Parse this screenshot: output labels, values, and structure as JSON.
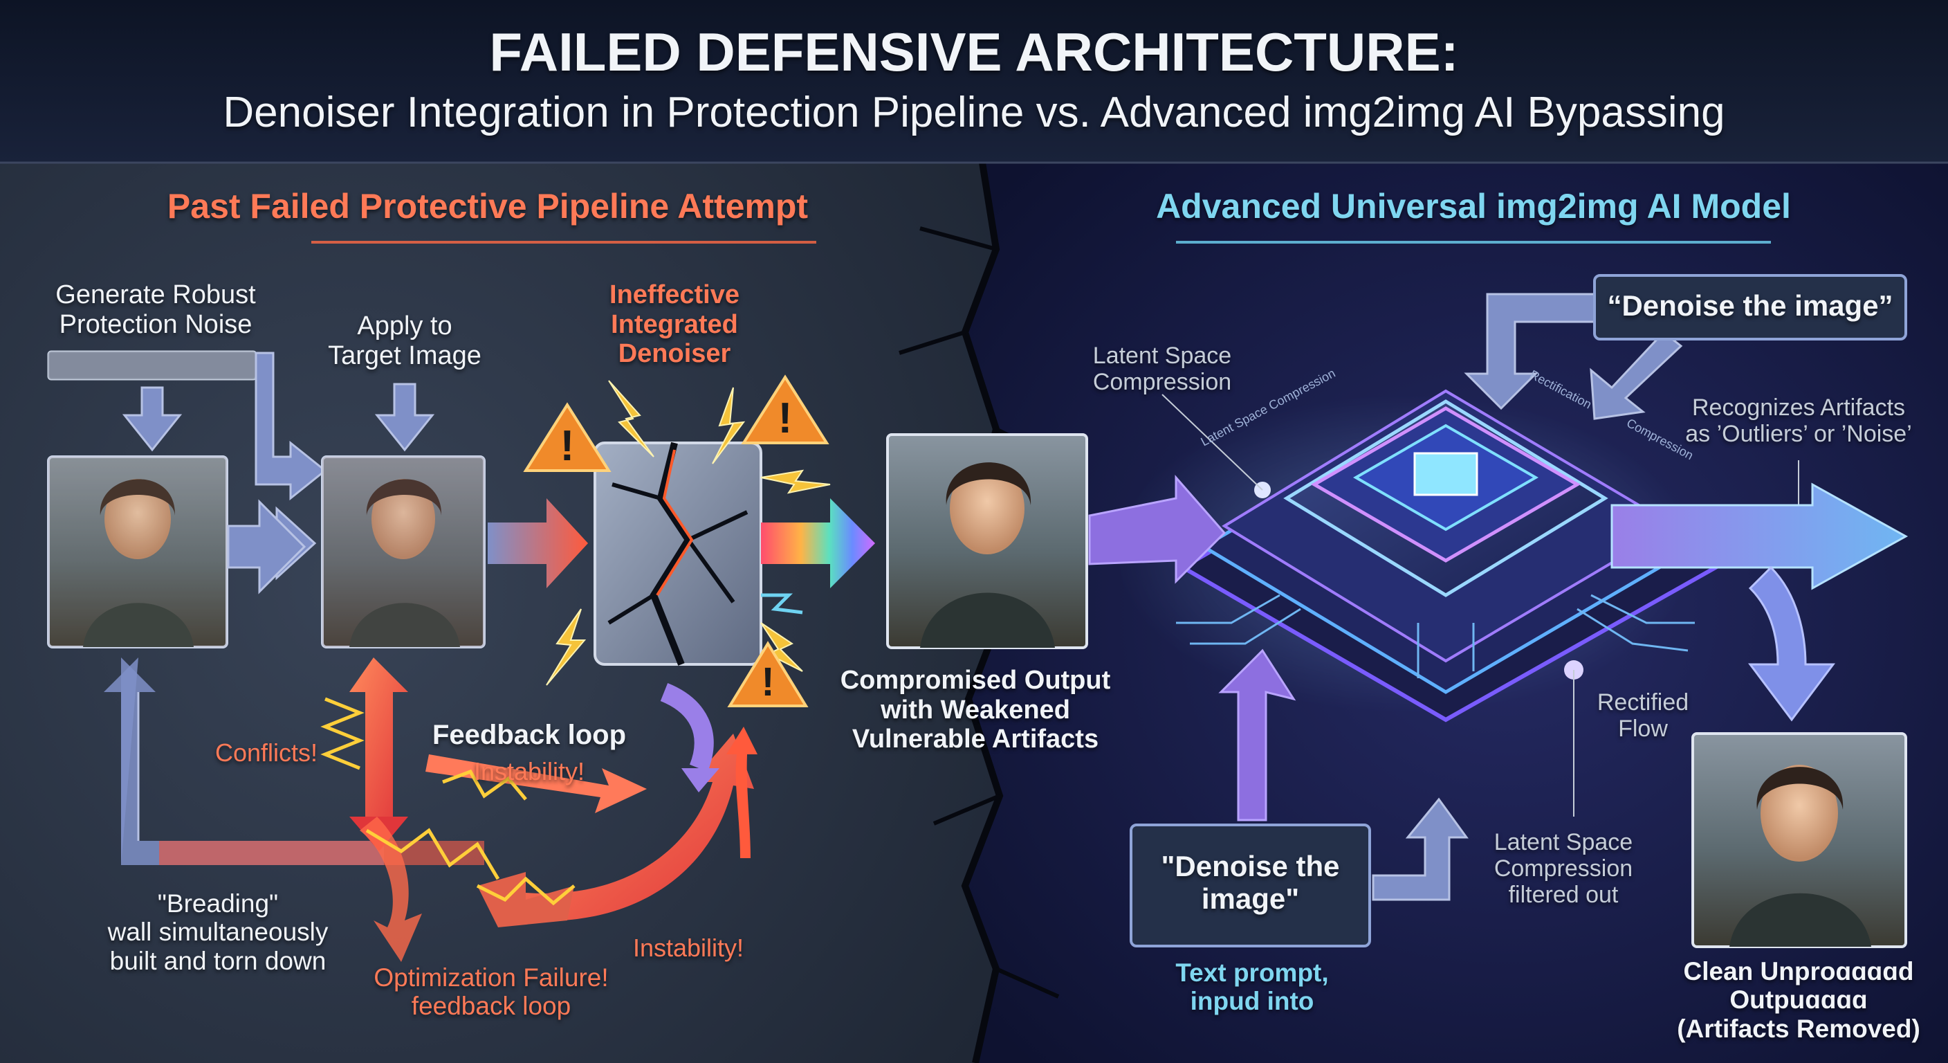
{
  "header": {
    "title": "FAILED DEFENSIVE ARCHITECTURE:",
    "subtitle": "Denoiser Integration in Protection Pipeline vs. Advanced img2img AI Bypassing"
  },
  "left_panel": {
    "heading": "Past Failed Protective Pipeline Attempt",
    "generate_label": "Generate Robust\nProtection Noise",
    "apply_label": "Apply to\nTarget Image",
    "denoiser_label": "Ineffective\nIntegrated\nDenoiser",
    "output_label": "Compromised Output\nwith Weakened\nVulnerable Artifacts",
    "conflicts_label": "Conflicts!",
    "feedback_label": "Feedback loop",
    "instability_label_1": "Instability!",
    "instability_label_2": "Instability!",
    "breading_label": "\"Breading\"\nwall simultaneously\nbuilt and torn down",
    "optimization_label": "Optimization Failure!\nfeedback loop"
  },
  "right_panel": {
    "heading": "Advanced Universal img2img AI Model",
    "prompt_top": "“Denoise the image”",
    "latent_label": "Latent Space\nCompression",
    "recognizes_label": "Recognizes Artifacts\nas ’Outliers’ or ’Noise’",
    "rectified_label": "Rectified\nFlow",
    "latent_filtered_label": "Latent Space\nCompression\nfiltered out",
    "prompt_bottom": "\"Denoise the\nimage\"",
    "text_prompt_label": "Text prompt,\ninpud into",
    "clean_output_label": "Clean Unproɑɑɑɑd\nOutpuɑɑɑɑ\n(Artifacts Removed)",
    "chip_ring_text_1": "Latent Space Compression",
    "chip_ring_text_2": "Rectification",
    "chip_ring_text_3": "Compression"
  },
  "colors": {
    "left_bg": "#2b3545",
    "right_bg": "#13183a",
    "accent_orange": "#ff6a45",
    "accent_cyan": "#6fd3f2",
    "arrow_blue": "#7f90c8",
    "arrow_purple": "#8d6fe0",
    "warning_yellow": "#f5b02a"
  },
  "icons": [
    "warning-icon",
    "chip-icon",
    "lightning-icon",
    "crack-icon"
  ]
}
